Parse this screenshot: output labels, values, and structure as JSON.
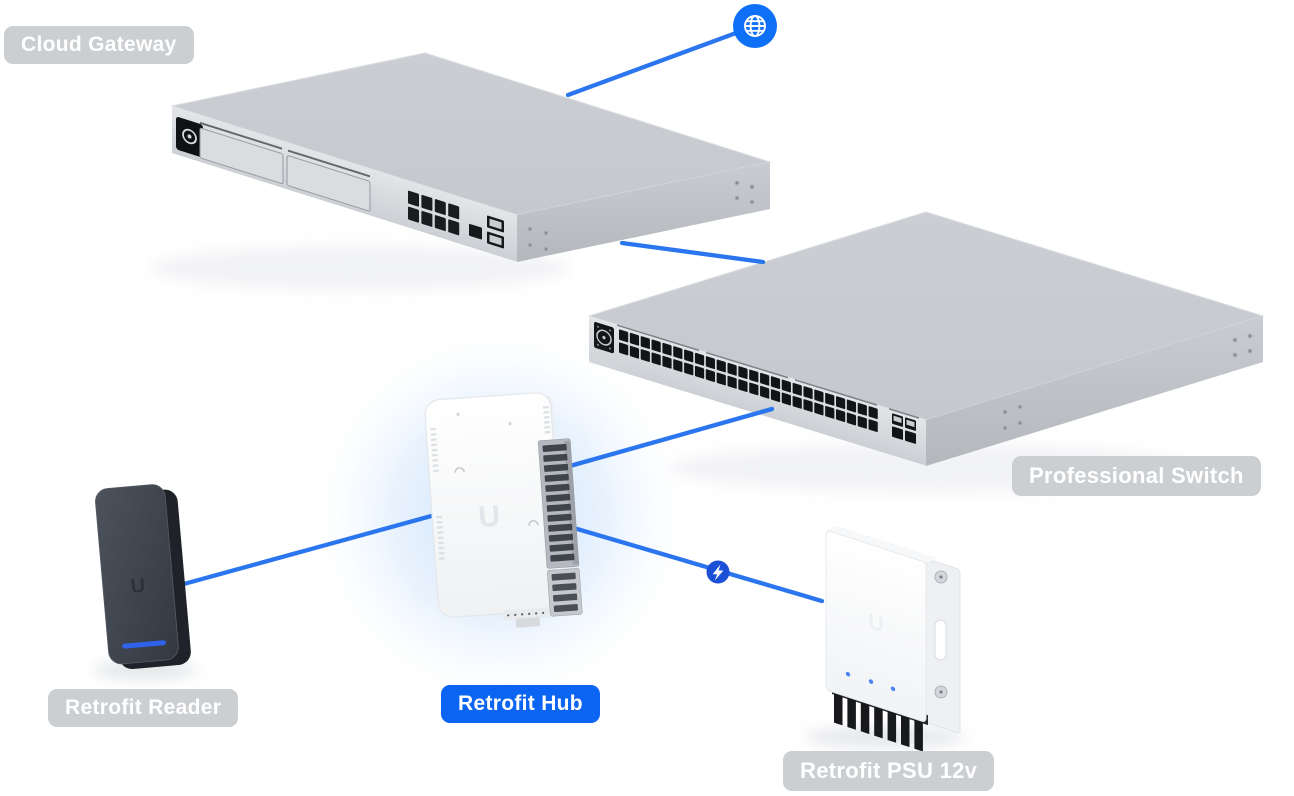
{
  "diagram": {
    "nodes": [
      {
        "id": "cloud-gateway",
        "label": "Cloud Gateway",
        "highlighted": false,
        "device": "1U rack gateway with circular display, 2 drive bays, 8 RJ45 ports, SFP ports"
      },
      {
        "id": "professional-switch",
        "label": "Professional Switch",
        "highlighted": false,
        "device": "rack switch with circular display, 48 RJ45 ports, 4 SFP ports"
      },
      {
        "id": "retrofit-hub",
        "label": "Retrofit Hub",
        "highlighted": true,
        "device": "white wall-mount hub with side terminal blocks, glowing blue halo"
      },
      {
        "id": "retrofit-reader",
        "label": "Retrofit Reader",
        "highlighted": false,
        "device": "black wall card reader with blue LED bar"
      },
      {
        "id": "retrofit-psu-12v",
        "label": "Retrofit PSU 12v",
        "highlighted": false,
        "device": "white power supply with mounting flange, 3 blue LEDs, black heatsink fins"
      }
    ],
    "badges": [
      {
        "id": "internet",
        "icon": "globe-icon"
      },
      {
        "id": "power",
        "icon": "lightning-icon"
      }
    ],
    "connections": [
      {
        "from": "cloud-gateway",
        "to": "internet"
      },
      {
        "from": "cloud-gateway",
        "to": "professional-switch"
      },
      {
        "from": "professional-switch",
        "to": "retrofit-hub"
      },
      {
        "from": "retrofit-hub",
        "to": "retrofit-reader"
      },
      {
        "from": "retrofit-hub",
        "to": "retrofit-psu-12v",
        "via_badge": "power"
      }
    ],
    "colors": {
      "connection_line": "#2b76ee",
      "internet_badge": "#0e6ff7",
      "power_badge": "#1a4fd6",
      "label_bg": "#cccfd2",
      "label_text": "#ffffff",
      "highlight_bg": "#0b65f2",
      "hub_glow": "#cfe3fa",
      "reader_led": "#2f62e9"
    }
  }
}
